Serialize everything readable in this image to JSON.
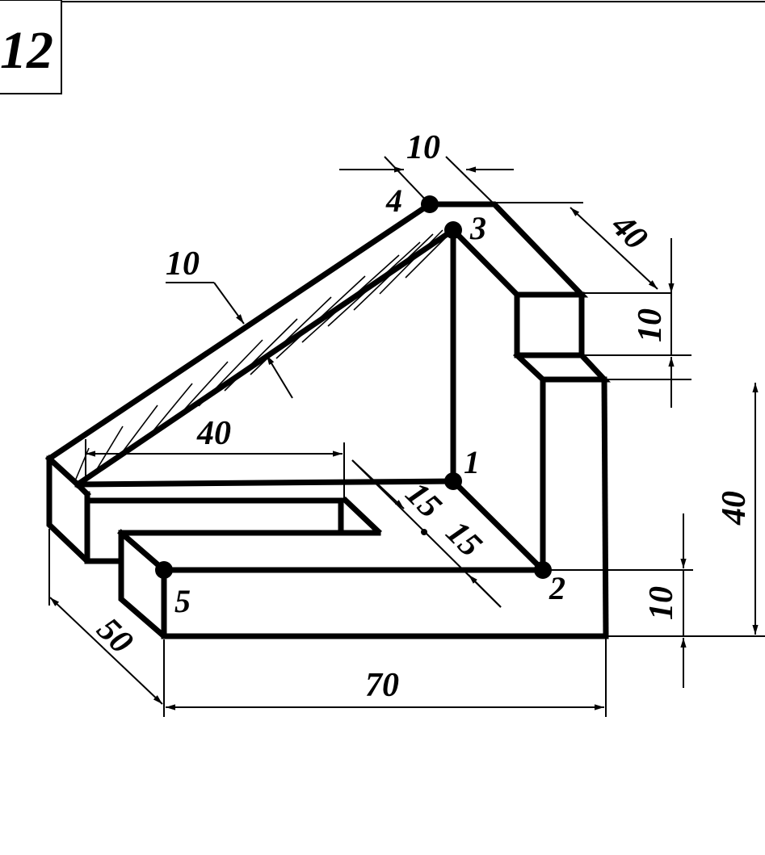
{
  "figure_number": "12",
  "dimensions": {
    "top_width": "10",
    "slant_thickness": "10",
    "top_depth": "40",
    "upper_step_height": "10",
    "right_height": "40",
    "lower_step_height": "10",
    "left_length": "40",
    "slot_a": "15",
    "slot_b": "15",
    "front_depth": "50",
    "bottom_width": "70"
  },
  "points": {
    "p1": "1",
    "p2": "2",
    "p3": "3",
    "p4": "4",
    "p5": "5"
  },
  "colors": {
    "ink": "#000000",
    "paper": "#ffffff"
  }
}
